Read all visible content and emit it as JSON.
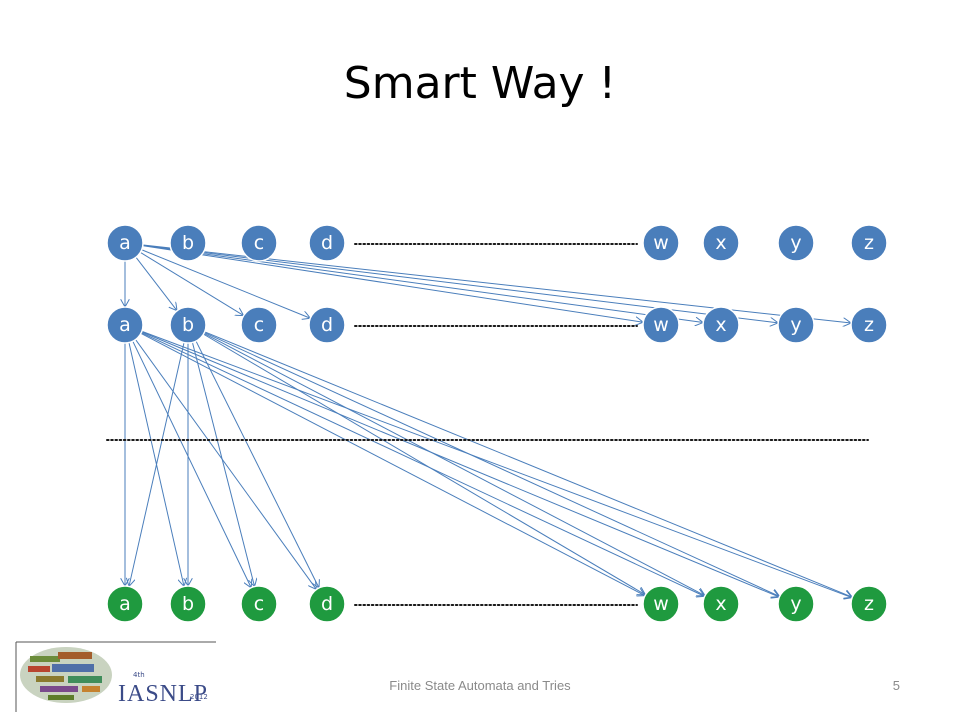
{
  "slide": {
    "title": "Smart Way !",
    "footer": "Finite State Automata and Tries",
    "page_number": "5"
  },
  "logo": {
    "text": "IASNLP",
    "year": "2012",
    "edition": "4th"
  },
  "diagram": {
    "rows": [
      {
        "name": "top",
        "color": "#4a7ebb",
        "labels": [
          "a",
          "b",
          "c",
          "d",
          "w",
          "x",
          "y",
          "z"
        ]
      },
      {
        "name": "middle",
        "color": "#4a7ebb",
        "labels": [
          "a",
          "b",
          "c",
          "d",
          "w",
          "x",
          "y",
          "z"
        ]
      },
      {
        "name": "bottom",
        "color": "#1f9a3f",
        "labels": [
          "a",
          "b",
          "c",
          "d",
          "w",
          "x",
          "y",
          "z"
        ]
      }
    ],
    "edges": [
      {
        "from": [
          0,
          0
        ],
        "to": [
          1,
          0
        ]
      },
      {
        "from": [
          0,
          0
        ],
        "to": [
          1,
          1
        ]
      },
      {
        "from": [
          0,
          0
        ],
        "to": [
          1,
          2
        ]
      },
      {
        "from": [
          0,
          0
        ],
        "to": [
          1,
          3
        ]
      },
      {
        "from": [
          0,
          0
        ],
        "to": [
          1,
          4
        ]
      },
      {
        "from": [
          0,
          0
        ],
        "to": [
          1,
          5
        ]
      },
      {
        "from": [
          0,
          0
        ],
        "to": [
          1,
          6
        ]
      },
      {
        "from": [
          0,
          0
        ],
        "to": [
          1,
          7
        ]
      },
      {
        "from": [
          1,
          0
        ],
        "to": [
          2,
          0
        ]
      },
      {
        "from": [
          1,
          0
        ],
        "to": [
          2,
          1
        ]
      },
      {
        "from": [
          1,
          0
        ],
        "to": [
          2,
          2
        ]
      },
      {
        "from": [
          1,
          0
        ],
        "to": [
          2,
          3
        ]
      },
      {
        "from": [
          1,
          0
        ],
        "to": [
          2,
          4
        ]
      },
      {
        "from": [
          1,
          0
        ],
        "to": [
          2,
          5
        ]
      },
      {
        "from": [
          1,
          0
        ],
        "to": [
          2,
          6
        ]
      },
      {
        "from": [
          1,
          0
        ],
        "to": [
          2,
          7
        ]
      },
      {
        "from": [
          1,
          1
        ],
        "to": [
          2,
          0
        ]
      },
      {
        "from": [
          1,
          1
        ],
        "to": [
          2,
          1
        ]
      },
      {
        "from": [
          1,
          1
        ],
        "to": [
          2,
          2
        ]
      },
      {
        "from": [
          1,
          1
        ],
        "to": [
          2,
          3
        ]
      },
      {
        "from": [
          1,
          1
        ],
        "to": [
          2,
          4
        ]
      },
      {
        "from": [
          1,
          1
        ],
        "to": [
          2,
          5
        ]
      },
      {
        "from": [
          1,
          1
        ],
        "to": [
          2,
          6
        ]
      },
      {
        "from": [
          1,
          1
        ],
        "to": [
          2,
          7
        ]
      }
    ],
    "edge_color": "#4a7ebb",
    "dots_color": "#1a1a1a"
  }
}
